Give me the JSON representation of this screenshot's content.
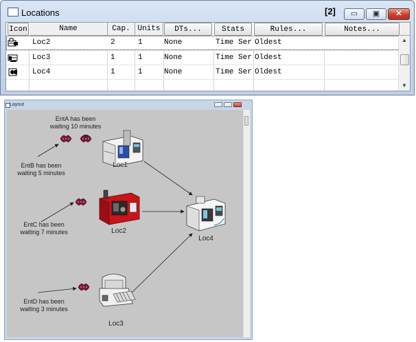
{
  "locations_window": {
    "title": "Locations",
    "badge": "[2]",
    "controls": {
      "minimize": "▭",
      "maximize": "▣",
      "close": "✕"
    },
    "columns": {
      "icon": "Icon",
      "name": "Name",
      "cap": "Cap.",
      "units": "Units",
      "dts": "DTs...",
      "stats": "Stats",
      "rules": "Rules...",
      "notes": "Notes..."
    },
    "rows": [
      {
        "icon": "mill-icon",
        "name": "Loc2",
        "cap": "2",
        "units": "1",
        "dts": "None",
        "stats": "Time Ser",
        "rules": "Oldest",
        "notes": ""
      },
      {
        "icon": "lathe-icon",
        "name": "Loc3",
        "cap": "1",
        "units": "1",
        "dts": "None",
        "stats": "Time Ser",
        "rules": "Oldest",
        "notes": ""
      },
      {
        "icon": "machine-icon",
        "name": "Loc4",
        "cap": "1",
        "units": "1",
        "dts": "None",
        "stats": "Time Ser",
        "rules": "Oldest",
        "notes": ""
      }
    ],
    "scroll_up": "▲",
    "scroll_down": "▼"
  },
  "layout_window": {
    "title": "Layout",
    "canvas_color": "#c6c6c6",
    "locations": [
      {
        "name": "Loc1",
        "icon": "milling-machine-icon"
      },
      {
        "name": "Loc2",
        "icon": "red-lathe-icon"
      },
      {
        "name": "Loc3",
        "icon": "press-machine-icon"
      },
      {
        "name": "Loc4",
        "icon": "cnc-machine-icon"
      }
    ],
    "entity_labels": [
      {
        "line1": "EntA has been",
        "line2": "waiting 10 minutes"
      },
      {
        "line1": "EntB has been",
        "line2": "waiting 5 minutes"
      },
      {
        "line1": "EntC has been",
        "line2": "waiting 7 minutes"
      },
      {
        "line1": "EntD has been",
        "line2": "waiting 3 minutes"
      }
    ],
    "entity_color": "#7a1840",
    "loc2_color": "#c8141a"
  }
}
